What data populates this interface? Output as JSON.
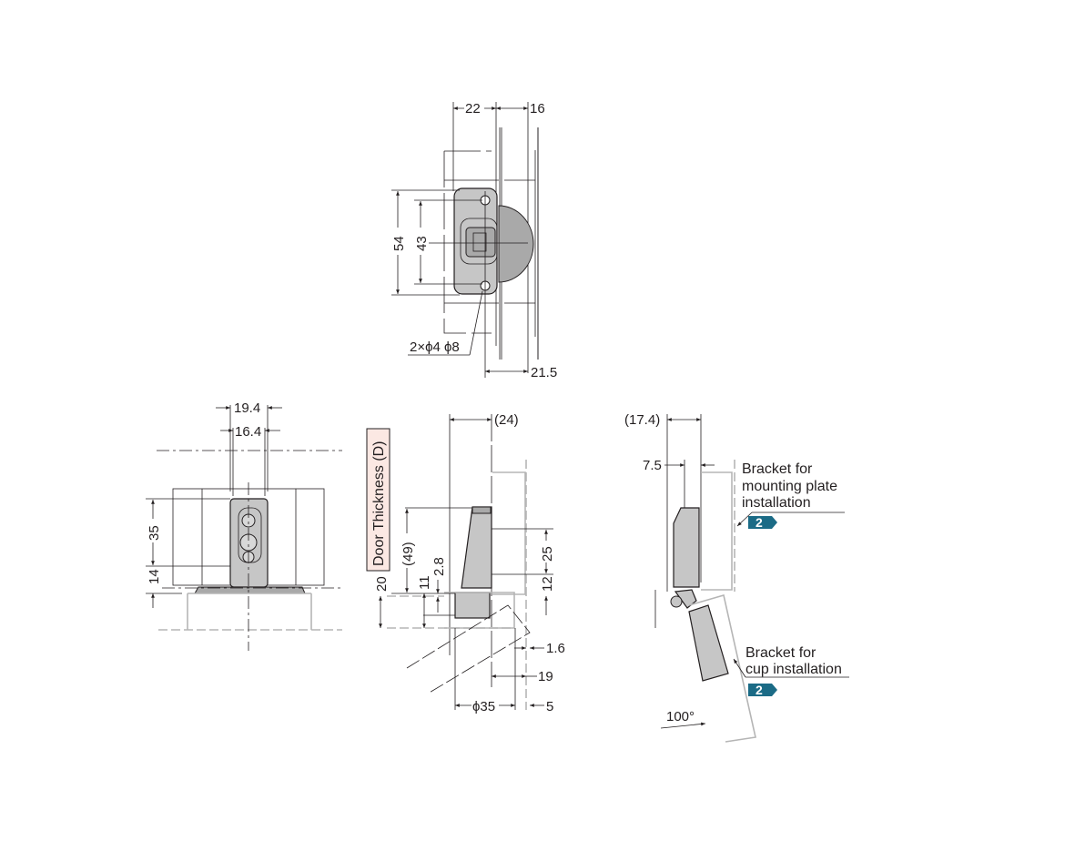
{
  "top_view": {
    "dims": {
      "width_22": "22",
      "width_16": "16",
      "height_54": "54",
      "height_43": "43",
      "holes": "2×ϕ4 ϕ8",
      "offset_21_5": "21.5"
    }
  },
  "front_view": {
    "dims": {
      "width_19_4": "19.4",
      "width_16_4": "16.4",
      "height_35": "35",
      "height_14": "14"
    }
  },
  "side_view": {
    "door_thickness_label": "Door Thickness (D)",
    "dims": {
      "offset_24": "(24)",
      "height_49": "(49)",
      "d_20": "20",
      "d_11": "11",
      "d_2_8": "2.8",
      "d_25": "25",
      "d_12": "12",
      "d_1_6": "1.6",
      "d_19": "19",
      "cup_dia": "ϕ35",
      "d_5": "5"
    }
  },
  "open_view": {
    "dims": {
      "offset_17_4": "(17.4)",
      "offset_7_5": "7.5",
      "angle": "100°"
    },
    "callouts": [
      {
        "line1": "Bracket for",
        "line2": "mounting plate",
        "line3": "installation",
        "badge": "2"
      },
      {
        "line1": "Bracket for",
        "line2": "cup installation",
        "badge": "2"
      }
    ]
  },
  "colors": {
    "badge": "#1b6b86",
    "part_fill": "#c6c6c6",
    "door_label_bg": "#fbe8e3"
  }
}
